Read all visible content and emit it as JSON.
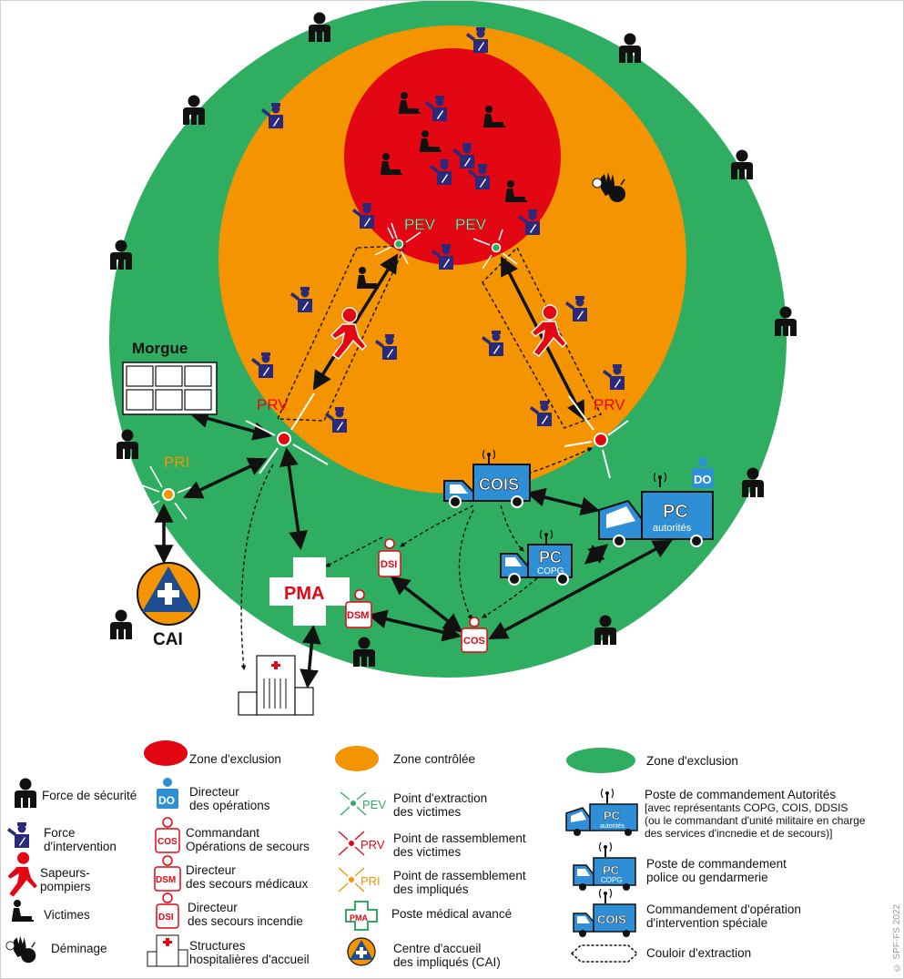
{
  "colors": {
    "green": "#2fae62",
    "orange": "#f39400",
    "red": "#e30613",
    "blue": "#2f8fd6",
    "navy": "#2b2a7a",
    "black": "#111111"
  },
  "labels": {
    "pev": "PEV",
    "prv": "PRV",
    "pri": "PRI",
    "morgue": "Morgue",
    "cai": "CAI",
    "pma": "PMA",
    "cois": "COIS",
    "pc": "PC",
    "autorites": "autorités",
    "copg": "COPG",
    "do": "DO",
    "dsi": "DSI",
    "dsm": "DSM",
    "cos": "COS"
  },
  "legend": {
    "zone_red": "Zone d'exclusion",
    "zone_orange": "Zone contrôlée",
    "zone_green": "Zone d'exclusion",
    "force_securite": "Force de sécurité",
    "force_intervention_1": "Force",
    "force_intervention_2": "d'intervention",
    "sapeurs_1": "Sapeurs-",
    "sapeurs_2": "pompiers",
    "victimes": "Victimes",
    "deminage": "Déminage",
    "do_1": "Directeur",
    "do_2": "des opérations",
    "cos_1": "Commandant",
    "cos_2": "Opérations de secours",
    "dsm_1": "Directeur",
    "dsm_2": "des secours médicaux",
    "dsi_1": "Directeur",
    "dsi_2": "des secours incendie",
    "hop_1": "Structures",
    "hop_2": "hospitalières d'accueil",
    "pev_1": "Point d'extraction",
    "pev_2": "des victimes",
    "prv_1": "Point de rassemblement",
    "prv_2": "des victimes",
    "pri_1": "Point de rassemblement",
    "pri_2": "des impliqués",
    "pma_text": "Poste médical avancé",
    "cai_1": "Centre d'accueil",
    "cai_2": "des impliqués (CAI)",
    "pca_1": "Poste de commandement Autorités",
    "pca_2": "[avec représentants COPG, COIS, DDSIS",
    "pca_3": "(ou le commandant d'unité militaire en charge",
    "pca_4": "des services d'incnedie et de secours)]",
    "pcp_1": "Poste de commandement",
    "pcp_2": "police ou gendarmerie",
    "cois_1": "Commandement d'opération",
    "cois_2": "d'intervention spéciale",
    "couloir": "Couloir d'extraction"
  },
  "copyright": "© SPF-FS 2022"
}
